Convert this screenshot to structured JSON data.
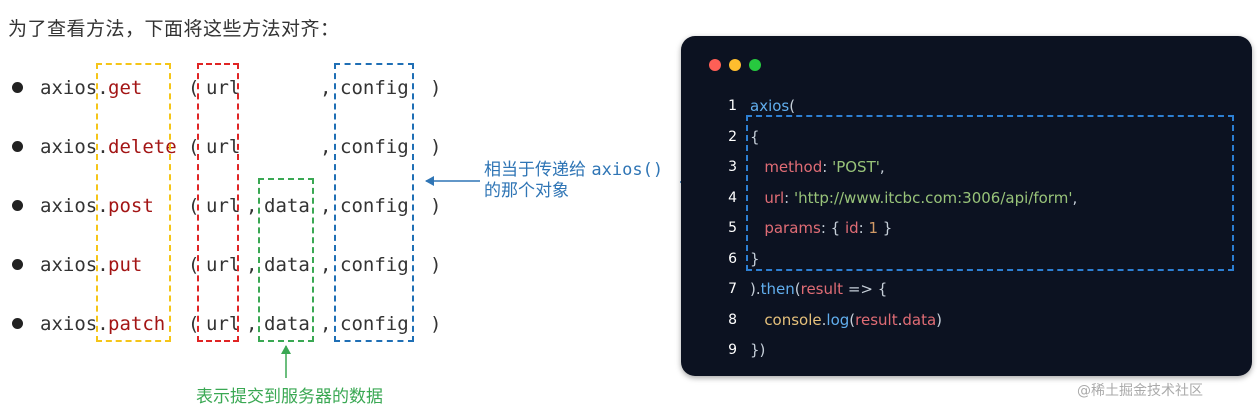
{
  "intro": "为了查看方法，下面将这些方法对齐：",
  "rows": [
    {
      "prefix": "axios.",
      "method": "get",
      "open": "(",
      "url": "url",
      "comma1": "",
      "data": "",
      "comma2": ",",
      "config": "config",
      "close": ")"
    },
    {
      "prefix": "axios.",
      "method": "delete",
      "open": "(",
      "url": "url",
      "comma1": "",
      "data": "",
      "comma2": ",",
      "config": "config",
      "close": ")"
    },
    {
      "prefix": "axios.",
      "method": "post",
      "open": "(",
      "url": "url",
      "comma1": ",",
      "data": "data",
      "comma2": ",",
      "config": "config",
      "close": ")"
    },
    {
      "prefix": "axios.",
      "method": "put",
      "open": "(",
      "url": "url",
      "comma1": ",",
      "data": "data",
      "comma2": ",",
      "config": "config",
      "close": ")"
    },
    {
      "prefix": "axios.",
      "method": "patch",
      "open": "(",
      "url": "url",
      "comma1": ",",
      "data": "data",
      "comma2": ",",
      "config": "config",
      "close": ")"
    }
  ],
  "callout": {
    "line1_cn": "相当于传递给",
    "line1_code": "axios()",
    "line2": "的那个对象"
  },
  "green_label": "表示提交到服务器的数据",
  "colors": {
    "yellow_box": "#f5c518",
    "red_box": "#e02424",
    "green_box": "#3aa853",
    "blue_box": "#1f6fb5",
    "code_box": "#2d7fd3"
  },
  "window_dots": [
    {
      "name": "close-dot",
      "color": "#ff5f56"
    },
    {
      "name": "minimize-dot",
      "color": "#ffbd2e"
    },
    {
      "name": "maximize-dot",
      "color": "#27c93f"
    }
  ],
  "code_lines": [
    {
      "n": "1",
      "tokens": [
        {
          "t": "axios",
          "c": "t-fn"
        },
        {
          "t": "(",
          "c": "t-punc"
        }
      ]
    },
    {
      "n": "2",
      "tokens": [
        {
          "t": "{",
          "c": "t-punc"
        }
      ]
    },
    {
      "n": "3",
      "tokens": [
        {
          "t": "   ",
          "c": "t-plain"
        },
        {
          "t": "method",
          "c": "t-key"
        },
        {
          "t": ": ",
          "c": "t-plain"
        },
        {
          "t": "'POST'",
          "c": "t-str"
        },
        {
          "t": ",",
          "c": "t-plain"
        }
      ]
    },
    {
      "n": "4",
      "tokens": [
        {
          "t": "   ",
          "c": "t-plain"
        },
        {
          "t": "url",
          "c": "t-key"
        },
        {
          "t": ": ",
          "c": "t-plain"
        },
        {
          "t": "'http://www.itcbc.com:3006/api/form'",
          "c": "t-str"
        },
        {
          "t": ",",
          "c": "t-plain"
        }
      ]
    },
    {
      "n": "5",
      "tokens": [
        {
          "t": "   ",
          "c": "t-plain"
        },
        {
          "t": "params",
          "c": "t-key"
        },
        {
          "t": ": { ",
          "c": "t-plain"
        },
        {
          "t": "id",
          "c": "t-key"
        },
        {
          "t": ": ",
          "c": "t-plain"
        },
        {
          "t": "1",
          "c": "t-num"
        },
        {
          "t": " }",
          "c": "t-plain"
        }
      ]
    },
    {
      "n": "6",
      "tokens": [
        {
          "t": "}",
          "c": "t-punc"
        }
      ]
    },
    {
      "n": "7",
      "tokens": [
        {
          "t": ").",
          "c": "t-plain"
        },
        {
          "t": "then",
          "c": "t-fn"
        },
        {
          "t": "(",
          "c": "t-plain"
        },
        {
          "t": "result",
          "c": "t-key"
        },
        {
          "t": " => {",
          "c": "t-plain"
        }
      ]
    },
    {
      "n": "8",
      "tokens": [
        {
          "t": "   ",
          "c": "t-plain"
        },
        {
          "t": "console",
          "c": "t-obj"
        },
        {
          "t": ".",
          "c": "t-plain"
        },
        {
          "t": "log",
          "c": "t-fn"
        },
        {
          "t": "(",
          "c": "t-plain"
        },
        {
          "t": "result",
          "c": "t-key"
        },
        {
          "t": ".",
          "c": "t-plain"
        },
        {
          "t": "data",
          "c": "t-key"
        },
        {
          "t": ")",
          "c": "t-plain"
        }
      ]
    },
    {
      "n": "9",
      "tokens": [
        {
          "t": "})",
          "c": "t-punc"
        }
      ]
    }
  ],
  "watermark": "@稀土掘金技术社区"
}
